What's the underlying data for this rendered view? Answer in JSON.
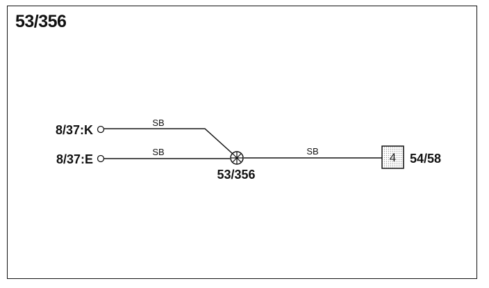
{
  "diagram": {
    "title": "53/356",
    "connectors": {
      "k_label": "8/37:K",
      "e_label": "8/37:E"
    },
    "wires": {
      "k_wire_color": "SB",
      "e_wire_color": "SB",
      "out_wire_color": "SB"
    },
    "splice": {
      "label": "53/356"
    },
    "component": {
      "number": "4",
      "label": "54/58"
    }
  }
}
